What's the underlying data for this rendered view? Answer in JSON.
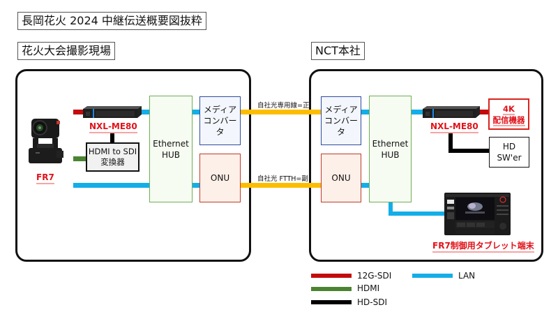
{
  "title": "長岡花火 2024 中継伝送概要図抜粋",
  "sites": {
    "left": {
      "label": "花火大会撮影現場",
      "camera": {
        "name": "FR7",
        "icon": "ptz-camera-icon"
      },
      "encoder": {
        "name": "NXL-ME80",
        "icon": "rack-unit-icon"
      },
      "converter": {
        "line1": "HDMI to SDI",
        "line2": "変換器"
      },
      "hub": {
        "line1": "Ethernet",
        "line2": "HUB"
      },
      "media_converter": {
        "line1": "メディア",
        "line2": "コンバータ"
      },
      "onu": {
        "label": "ONU"
      }
    },
    "right": {
      "label": "NCT本社",
      "media_converter": {
        "line1": "メディア",
        "line2": "コンバータ"
      },
      "onu": {
        "label": "ONU"
      },
      "hub": {
        "line1": "Ethernet",
        "line2": "HUB"
      },
      "decoder": {
        "name": "NXL-ME80",
        "icon": "rack-unit-icon"
      },
      "output_4k": {
        "line1": "4K",
        "line2": "配信機器"
      },
      "hd_switcher": {
        "line1": "HD",
        "line2": "SW'er"
      },
      "tablet": {
        "name": "FR7制御用タブレット端末",
        "icon": "tablet-screen-icon"
      }
    }
  },
  "links": {
    "primary": "自社光専用線=正",
    "secondary": "自社光 FTTH=副"
  },
  "legend": [
    {
      "label": "12G-SDI",
      "color": "#c30b0b"
    },
    {
      "label": "HDMI",
      "color": "#4b8431"
    },
    {
      "label": "HD-SDI",
      "color": "#000000"
    },
    {
      "label": "LAN",
      "color": "#13aee8"
    }
  ],
  "colors": {
    "lan": "#13aee8",
    "fiber": "#fcbd00",
    "sdi12g": "#c30b0b",
    "hdmi": "#4b8431",
    "hdsdi": "#000000",
    "accent_red": "#e0131a"
  }
}
